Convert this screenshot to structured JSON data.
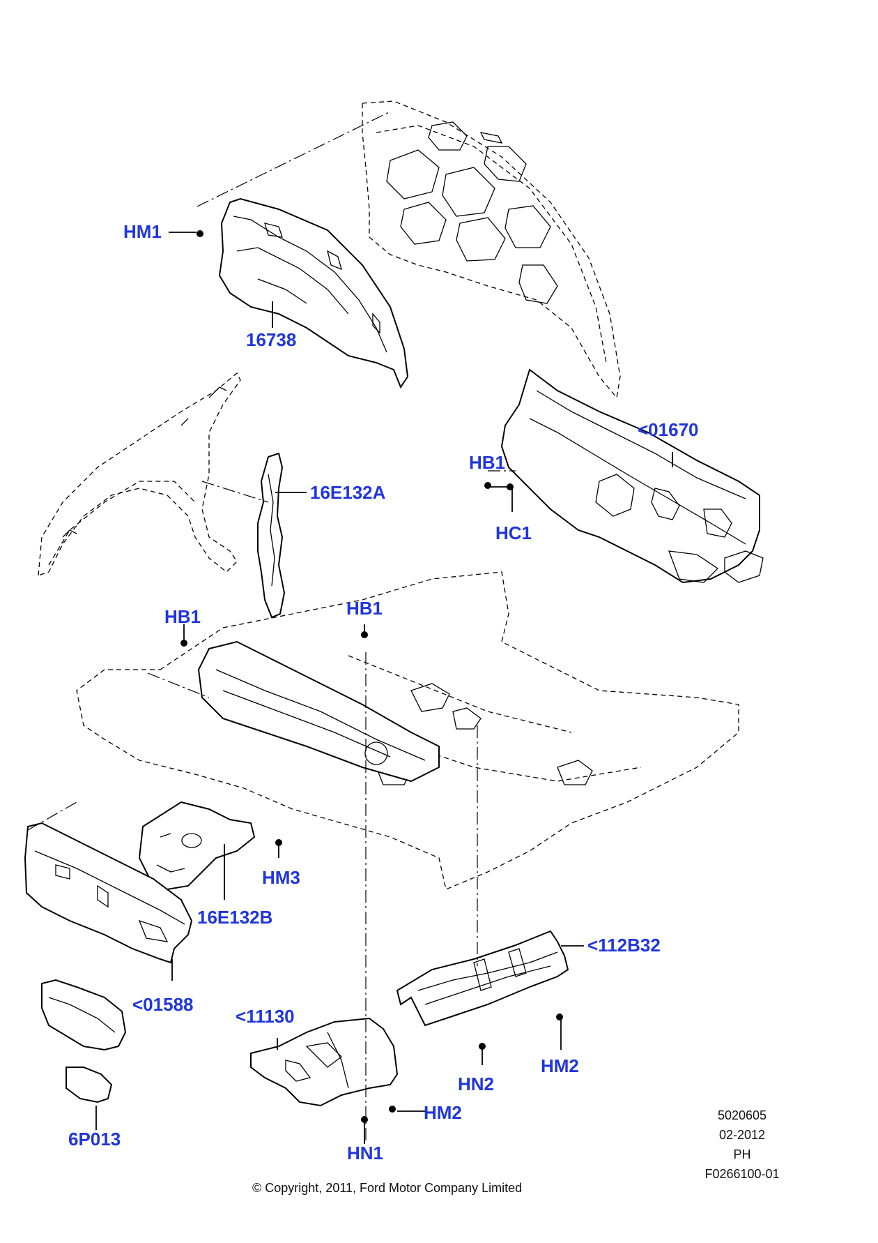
{
  "diagram": {
    "accent_color": "#1f35e0",
    "callouts": [
      {
        "id": "hm1",
        "text": "HM1"
      },
      {
        "id": "p16738",
        "text": "16738"
      },
      {
        "id": "p01670",
        "text": "<01670"
      },
      {
        "id": "hb1_right",
        "text": "HB1"
      },
      {
        "id": "hc1",
        "text": "HC1"
      },
      {
        "id": "p16e132a",
        "text": "16E132A"
      },
      {
        "id": "hb1_left",
        "text": "HB1"
      },
      {
        "id": "hb1_center",
        "text": "HB1"
      },
      {
        "id": "hm3",
        "text": "HM3"
      },
      {
        "id": "p16e132b",
        "text": "16E132B"
      },
      {
        "id": "p112b32",
        "text": "<112B32"
      },
      {
        "id": "p01588",
        "text": "<01588"
      },
      {
        "id": "p11130",
        "text": "<11130"
      },
      {
        "id": "hm2_right",
        "text": "HM2"
      },
      {
        "id": "hn2",
        "text": "HN2"
      },
      {
        "id": "hm2_center",
        "text": "HM2"
      },
      {
        "id": "hn1",
        "text": "HN1"
      },
      {
        "id": "p6p013",
        "text": "6P013"
      }
    ],
    "meta_block": [
      "5020605",
      "02-2012",
      "PH",
      "F0266100-01"
    ],
    "copyright": "© Copyright, 2011, Ford Motor Company Limited"
  }
}
